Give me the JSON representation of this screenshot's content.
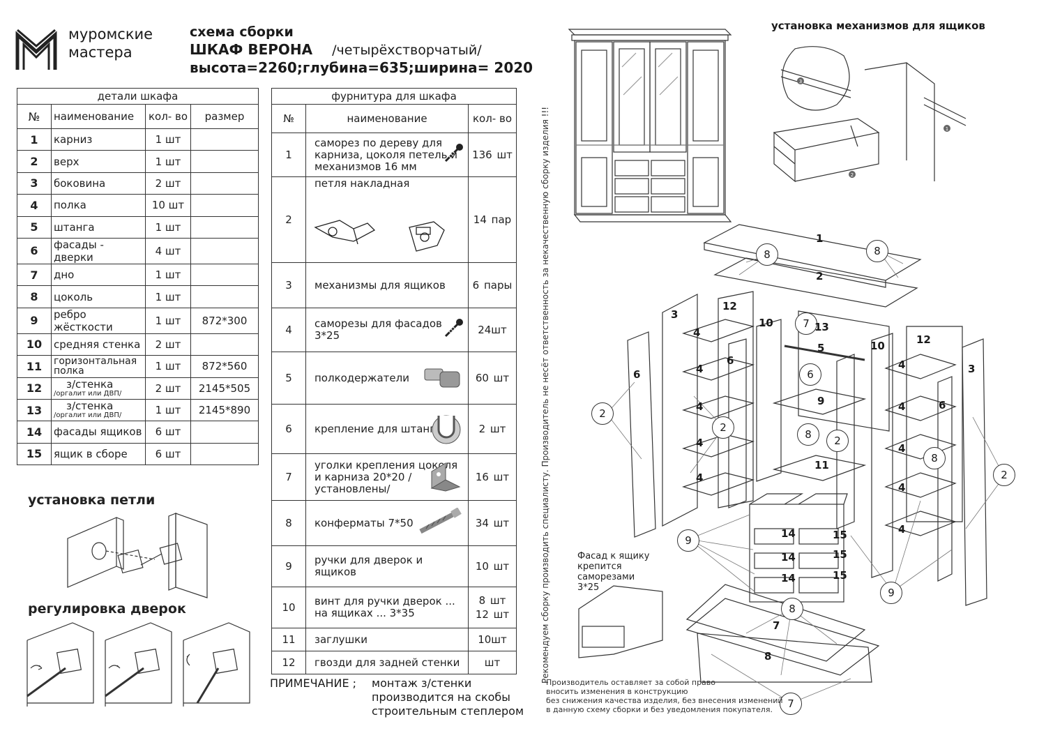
{
  "brand": {
    "line1": "муромские",
    "line2": "мастера"
  },
  "title": {
    "line1": "схема сборки",
    "product": "ШКАФ  ВЕРОНА",
    "type": "/четырёхстворчатый/",
    "dims": "высота=2260;глубина=635;ширина= 2020"
  },
  "parts": {
    "caption": "детали шкафа",
    "headers": {
      "num": "№",
      "name": "наименование",
      "qty": "кол- во",
      "size": "размер"
    },
    "rows": [
      {
        "num": "1",
        "name": "карниз",
        "qty": "1 шт",
        "size": ""
      },
      {
        "num": "2",
        "name": "верх",
        "qty": "1 шт",
        "size": ""
      },
      {
        "num": "3",
        "name": "боковина",
        "qty": "2 шт",
        "size": ""
      },
      {
        "num": "4",
        "name": "полка",
        "qty": "10 шт",
        "size": ""
      },
      {
        "num": "5",
        "name": "штанга",
        "qty": "1 шт",
        "size": ""
      },
      {
        "num": "6",
        "name": "фасады - дверки",
        "qty": "4 шт",
        "size": ""
      },
      {
        "num": "7",
        "name": "дно",
        "qty": "1 шт",
        "size": ""
      },
      {
        "num": "8",
        "name": "цоколь",
        "qty": "1 шт",
        "size": ""
      },
      {
        "num": "9",
        "name": "ребро жёсткости",
        "qty": "1 шт",
        "size": "872*300"
      },
      {
        "num": "10",
        "name": "средняя стенка",
        "qty": "2 шт",
        "size": ""
      },
      {
        "num": "11",
        "name": "горизонтальная полка",
        "qty": "1 шт",
        "size": "872*560"
      },
      {
        "num": "12",
        "name": "з/стенка",
        "sub": "/оргалит или ДВП/",
        "qty": "2 шт",
        "size": "2145*505"
      },
      {
        "num": "13",
        "name": "з/стенка",
        "sub": "/оргалит или ДВП/",
        "qty": "1 шт",
        "size": "2145*890"
      },
      {
        "num": "14",
        "name": "фасады ящиков",
        "qty": "6 шт",
        "size": ""
      },
      {
        "num": "15",
        "name": "ящик в сборе",
        "qty": "6 шт",
        "size": ""
      }
    ]
  },
  "fittings": {
    "caption": "фурнитура для шкафа",
    "headers": {
      "num": "№",
      "name": "наименование",
      "qty": "кол- во"
    },
    "rows": [
      {
        "num": "1",
        "name": "саморез по дереву для карниза, цоколя петель и механизмов  16 мм",
        "qty": "136 шт",
        "icon": "screw-icon"
      },
      {
        "num": "2",
        "name": "петля накладная",
        "qty": "14 пар",
        "icon": "hinge-icon"
      },
      {
        "num": "3",
        "name": "механизмы для ящиков",
        "qty": "6 пары",
        "icon": ""
      },
      {
        "num": "4",
        "name": "саморезы для фасадов 3*25",
        "qty": "24шт",
        "icon": "screw-icon"
      },
      {
        "num": "5",
        "name": "полкодержатели",
        "qty": "60 шт",
        "icon": "shelf-pin-icon"
      },
      {
        "num": "6",
        "name": "крепление для штанги",
        "qty": "2 шт",
        "icon": "rod-holder-icon"
      },
      {
        "num": "7",
        "name": "уголки крепления цоколя и карниза 20*20 /установлены/",
        "qty": "16 шт",
        "icon": "bracket-icon"
      },
      {
        "num": "8",
        "name": "конферматы 7*50",
        "qty": "34 шт",
        "icon": "confirmat-icon"
      },
      {
        "num": "9",
        "name": "ручки для дверок и ящиков",
        "qty": "10 шт",
        "icon": ""
      },
      {
        "num": "10",
        "name": "винт для ручки дверок ... на ящиках ... 3*35",
        "qty": "8 шт 12 шт",
        "icon": ""
      },
      {
        "num": "11",
        "name": "заглушки",
        "qty": "10шт",
        "icon": ""
      },
      {
        "num": "12",
        "name": "гвозди для задней стенки",
        "qty": "шт",
        "icon": ""
      }
    ]
  },
  "sections": {
    "hinge": "установка  петли",
    "doors": "регулировка дверок",
    "drawers": "установка механизмов для ящиков"
  },
  "note": {
    "label": "ПРИМЕЧАНИЕ ;",
    "text1": "монтаж з/стенки",
    "text2": "производится на скобы",
    "text3": "строительным степлером"
  },
  "vertical_note": "Рекомендуем сборку производить специалисту. Производитель не несёт ответственность за некачественную сборку изделия !!!",
  "drawer_note": {
    "l1": "Фасад к ящику",
    "l2": "крепится",
    "l3": "саморезами",
    "l4": "3*25"
  },
  "footer": {
    "l1": "Производитель оставляет за собой право",
    "l2": "вносить изменения в конструкцию",
    "l3": "без снижения качества изделия, без внесения изменений",
    "l4": "в данную схему сборки и без уведомления покупателя."
  },
  "callouts": {
    "c1": "1",
    "c2": "2",
    "c3": "3",
    "c4": "4",
    "c5": "5",
    "c6": "6",
    "c7": "7",
    "c8": "8",
    "c9": "9",
    "c10": "10",
    "c11": "11",
    "c12": "12",
    "c13": "13",
    "c14": "14",
    "c15": "15"
  },
  "drawer_steps": {
    "s1": "1",
    "s2": "2",
    "s3": "3"
  }
}
